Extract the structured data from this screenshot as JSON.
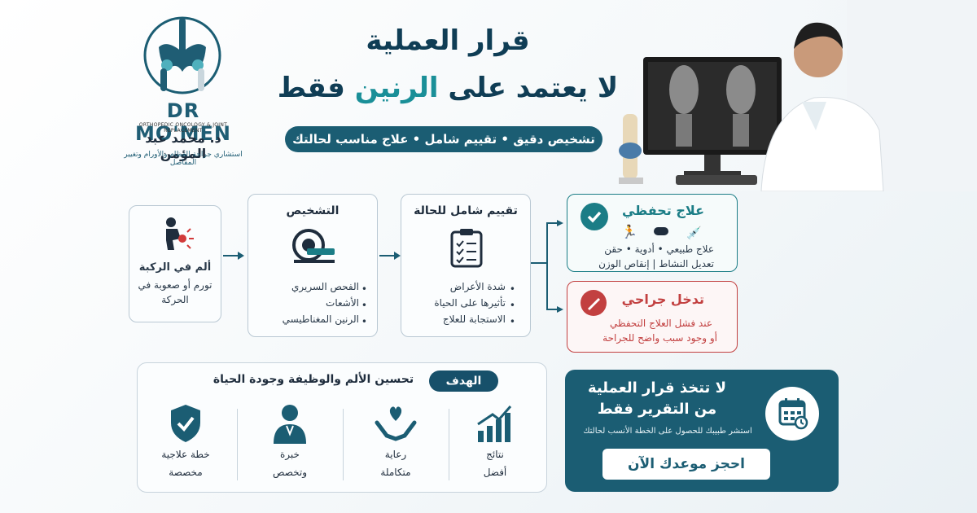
{
  "logo": {
    "title": "DR MO'MEN",
    "subtitle": "ORTHOPEDIC ONCOLOGY & JOINT REPLACEMENT",
    "name": "د. محمد عبد المؤمن",
    "description": "استشاري جراحة العظام والأورام وتغيير المفاصل"
  },
  "header": {
    "title_line1": "قرار العملية",
    "title_line2_a": "لا يعتمد على ",
    "title_line2_accent": "الرنين",
    "title_line2_b": " فقط",
    "pill": "تشخيص دقيق • تقييم شامل • علاج مناسب لحالتك"
  },
  "symptoms": {
    "line1": "ألم في الركبة",
    "line2": "تورم أو صعوبة في",
    "line3": "الحركة"
  },
  "diagnosis": {
    "title": "التشخيص",
    "items": [
      "الفحص السريري",
      "الأشعات",
      "الرنين المغناطيسي"
    ]
  },
  "assessment": {
    "title": "تقييم شامل للحالة",
    "items": [
      "شدة الأعراض",
      "تأثيرها على الحياة",
      "الاستجابة للعلاج"
    ]
  },
  "conservative": {
    "title": "علاج تحفظي",
    "line1": "علاج طبيعي • أدوية • حقن",
    "line2": "تعديل النشاط | إنقاص الوزن"
  },
  "surgical": {
    "title": "تدخل جراحي",
    "line1": "عند فشل العلاج التحفظي",
    "line2": "أو وجود سبب واضح للجراحة"
  },
  "goal": {
    "badge": "الهدف",
    "text": "تحسين الألم والوظيفة وجودة الحياة",
    "items": [
      {
        "line1": "خطة علاجية",
        "line2": "مخصصة"
      },
      {
        "line1": "خبرة",
        "line2": "وتخصص"
      },
      {
        "line1": "رعاية",
        "line2": "متكاملة"
      },
      {
        "line1": "نتائج",
        "line2": "أفضل"
      }
    ]
  },
  "cta": {
    "title_line1": "لا تتخذ قرار العملية",
    "title_line2": "من التقرير فقط",
    "subtitle": "استشر طبيبك للحصول على الخطة الأنسب لحالتك",
    "button": "احجز موعدك الآن"
  },
  "colors": {
    "primary": "#1b5d73",
    "accent": "#1a8f98",
    "danger": "#c24040",
    "dark": "#0f3d55"
  }
}
